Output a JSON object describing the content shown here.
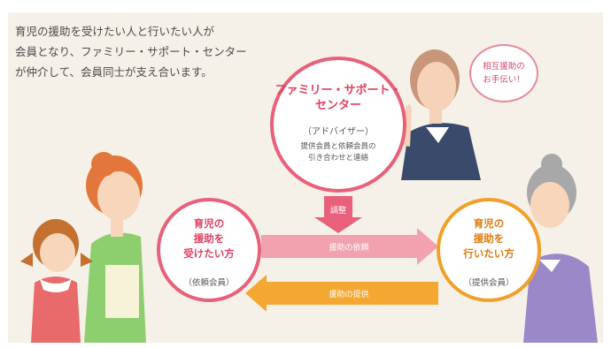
{
  "intro": {
    "line1": "育児の援助を受けたい人と行いたい人が",
    "line2": "会員となり、ファミリー・サポート・センター",
    "line3": "が仲介して、会員同士が支え合います。"
  },
  "center": {
    "title_line1": "ファミリー・サポート・",
    "title_line2": "センター",
    "subtitle": "（アドバイザー）",
    "desc_line1": "提供会員と依頼会員の",
    "desc_line2": "引き合わせと連絡",
    "adjust_label": "調整"
  },
  "speech": {
    "line1": "相互援助の",
    "line2": "お手伝い！"
  },
  "receiver": {
    "line1": "育児の",
    "line2": "援助を",
    "line3": "受けたい方",
    "member": "（依頼会員）"
  },
  "provider": {
    "line1": "育児の",
    "line2": "援助を",
    "line3": "行いたい方",
    "member": "（提供会員）"
  },
  "arrows": {
    "request": "援助の依頼",
    "provision": "援助の提供"
  },
  "colors": {
    "pink": "#e8607a",
    "light_pink": "#f2a1ae",
    "orange": "#f0a02a",
    "background": "#f6f1e8"
  }
}
